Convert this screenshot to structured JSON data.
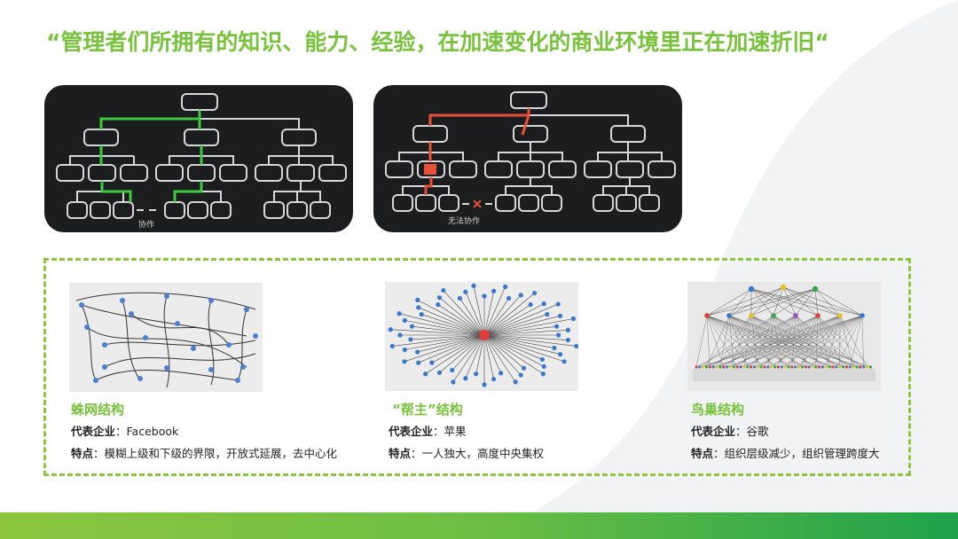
{
  "title": "“管理者们所拥有的知识、能力、经验，在加速变化的商业环境里正在加速折旧“",
  "colors": {
    "accent": "#78c23c",
    "dashed_border": "#8cc63f",
    "board": "#1b1d1e",
    "bar_start": "#8cc63f",
    "bar_end": "#1fa24a"
  },
  "boards": [
    {
      "label": "协作",
      "highlight_color": "#3ec93e"
    },
    {
      "label": "无法协作",
      "highlight_color": "#e8503a"
    }
  ],
  "structures": [
    {
      "name": "蛛网结构",
      "company_label": "代表企业",
      "company": "：Facebook",
      "feature_label": "特点",
      "feature": "：模糊上级和下级的界限，开放式延展，去中心化"
    },
    {
      "name": "“帮主”结构",
      "company_label": "代表企业",
      "company": "：苹果",
      "feature_label": "特点",
      "feature": "：一人独大，高度中央集权"
    },
    {
      "name": "鸟巢结构",
      "company_label": "代表企业",
      "company": "：谷歌",
      "feature_label": "特点",
      "feature": "：组织层级减少，组织管理跨度大"
    }
  ]
}
